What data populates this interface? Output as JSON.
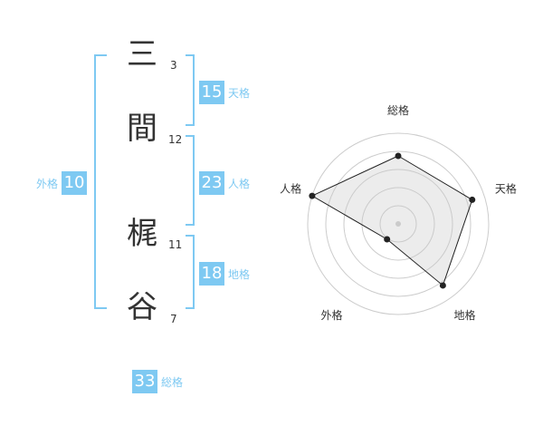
{
  "name_chars": [
    {
      "char": "三",
      "strokes": "3"
    },
    {
      "char": "間",
      "strokes": "12"
    },
    {
      "char": "梶",
      "strokes": "11"
    },
    {
      "char": "谷",
      "strokes": "7"
    }
  ],
  "kakusu": {
    "tenkaku": {
      "value": "15",
      "label": "天格"
    },
    "jinkaku": {
      "value": "23",
      "label": "人格"
    },
    "chikaku": {
      "value": "18",
      "label": "地格"
    },
    "gaikaku": {
      "value": "10",
      "label": "外格"
    },
    "soukaku": {
      "value": "33",
      "label": "総格"
    }
  },
  "colors": {
    "accent": "#7ec9f2",
    "text": "#333333",
    "grid": "#cccccc",
    "fill": "#eeeeee"
  },
  "chart_data": {
    "type": "radar",
    "axes": [
      "総格",
      "天格",
      "地格",
      "外格",
      "人格"
    ],
    "values": [
      0.75,
      0.86,
      0.84,
      0.21,
      1.0
    ],
    "rings": 5,
    "max": 1.0
  }
}
